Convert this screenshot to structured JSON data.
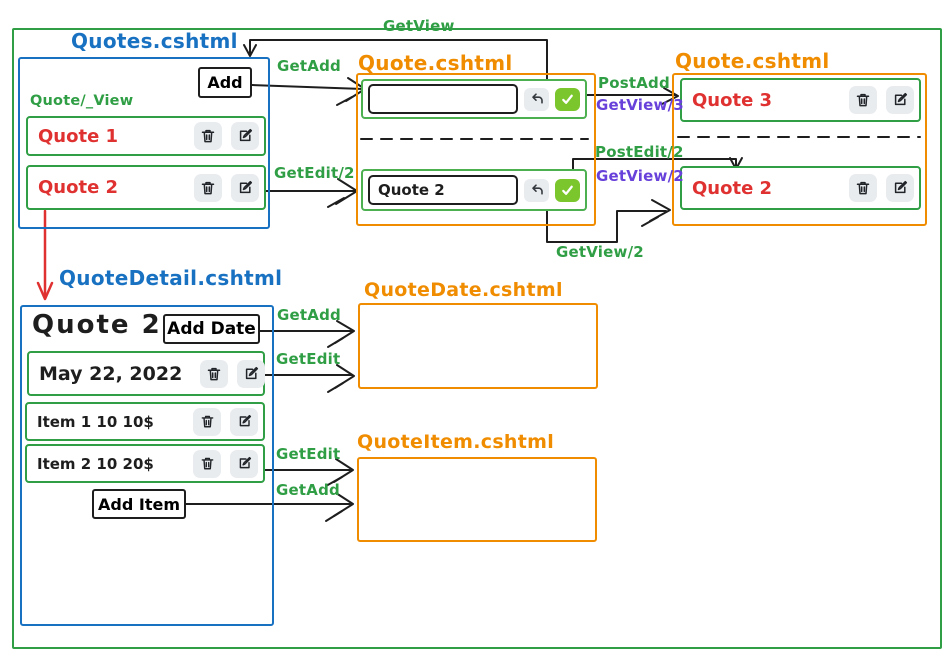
{
  "colors": {
    "blue": "#1971c2",
    "green": "#2f9e44",
    "light_green": "#4caf50",
    "orange": "#f08c00",
    "red": "#e03131",
    "purple": "#6741d9",
    "ink": "#1e1e1e",
    "button_bg": "#e9ecef",
    "check_green": "#7bc62d"
  },
  "quotes_page": {
    "title": "Quotes.cshtml",
    "add_button": "Add",
    "partial_view_label": "Quote/_View",
    "rows": [
      {
        "label": "Quote 1"
      },
      {
        "label": "Quote 2"
      }
    ]
  },
  "quote_form_page": {
    "title": "Quote.cshtml",
    "add_form_value": "",
    "edit_form_value": "Quote 2"
  },
  "quote_view_page": {
    "title": "Quote.cshtml",
    "rows": [
      {
        "label": "Quote 3"
      },
      {
        "label": "Quote 2"
      }
    ]
  },
  "quote_detail_page": {
    "title": "QuoteDetail.cshtml",
    "heading": "Quote 2",
    "add_date_button": "Add Date",
    "date_row_label": "May 22, 2022",
    "item_rows": [
      {
        "label": "Item 1  10 10$"
      },
      {
        "label": "Item 2  10 20$"
      }
    ],
    "add_item_button": "Add Item"
  },
  "quote_date_page": {
    "title": "QuoteDate.cshtml"
  },
  "quote_item_page": {
    "title": "QuoteItem.cshtml"
  },
  "arrow_labels": {
    "get_view": "GetView",
    "get_add": "GetAdd",
    "get_edit_2": "GetEdit/2",
    "post_add": "PostAdd",
    "get_view_3": "GetView/3",
    "post_edit_2": "PostEdit/2",
    "get_view_2": "GetView/2",
    "get_view_2_bottom": "GetView/2",
    "date_get_add": "GetAdd",
    "date_get_edit": "GetEdit",
    "item_get_edit": "GetEdit",
    "item_get_add": "GetAdd"
  }
}
